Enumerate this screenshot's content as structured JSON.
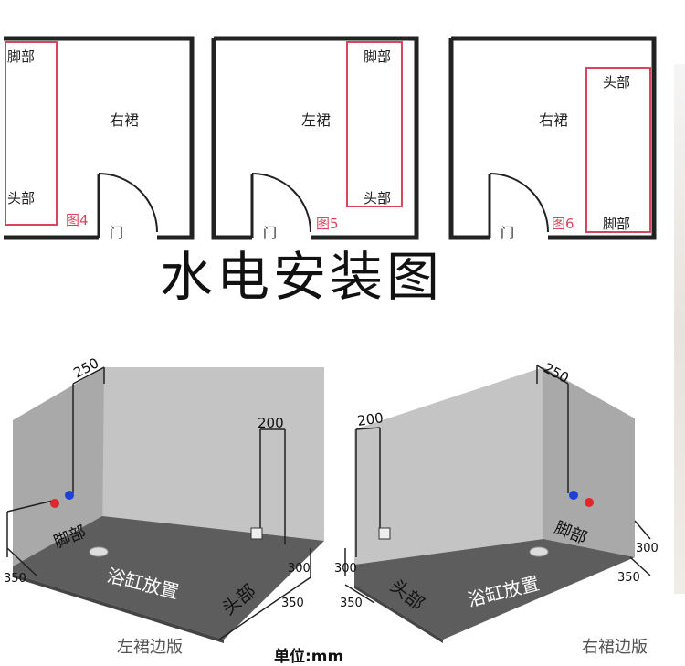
{
  "title": "水电安装图",
  "floor_plans": [
    {
      "figure": "图4",
      "side": "右裙",
      "head": "头部",
      "foot": "脚部",
      "door": "门"
    },
    {
      "figure": "图5",
      "side": "左裙",
      "head": "头部",
      "foot": "脚部",
      "door": "门"
    },
    {
      "figure": "图6",
      "side": "右裙",
      "head": "头部",
      "foot": "脚部",
      "door": "门"
    }
  ],
  "left_install": {
    "dim_top": "250",
    "dim_socket": "200",
    "dim_height": "300",
    "dim_width": "350",
    "dim_end": "350",
    "foot": "脚部",
    "head": "头部",
    "tub": "浴缸放置",
    "caption": "左裙边版"
  },
  "right_install": {
    "dim_top": "250",
    "dim_socket": "200",
    "dim_height": "300",
    "dim_width": "350",
    "dim_end": "350",
    "foot": "脚部",
    "head": "头部",
    "tub": "浴缸放置",
    "caption": "右裙边版"
  },
  "unit": "单位:mm",
  "colors": {
    "hot": "#e0262b",
    "cold": "#1f3fd6",
    "outline": "#d9455f",
    "wall": "#b5b5b5",
    "floor": "#5d5d5d"
  }
}
